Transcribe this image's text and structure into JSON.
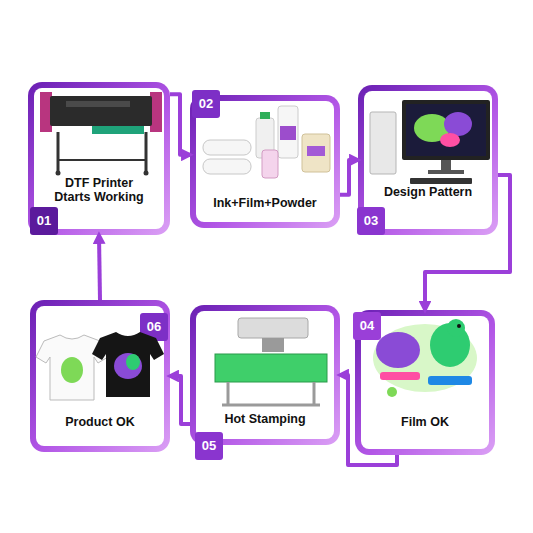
{
  "diagram": {
    "nodes": [
      {
        "text": [
          "DTF Printer Dtarts Working",
          "01"
        ]
      },
      {
        "text": [
          "Ink+Film+Powder",
          "02"
        ]
      },
      {
        "text": [
          "Design Pattern",
          "03"
        ]
      },
      {
        "text": [
          "Film OK",
          "04"
        ]
      },
      {
        "text": [
          "Hot Stamping",
          "05"
        ]
      },
      {
        "text": [
          "Product OK",
          "06"
        ]
      }
    ],
    "edges": [
      {
        "from": 0,
        "to": 1,
        "arrow": "to"
      },
      {
        "from": 1,
        "to": 2,
        "arrow": "to"
      },
      {
        "from": 2,
        "to": 3,
        "arrow": "to"
      },
      {
        "from": 3,
        "to": 4,
        "arrow": "to"
      },
      {
        "from": 4,
        "to": 5,
        "arrow": "to"
      },
      {
        "from": 5,
        "to": 0,
        "arrow": "to"
      }
    ]
  }
}
